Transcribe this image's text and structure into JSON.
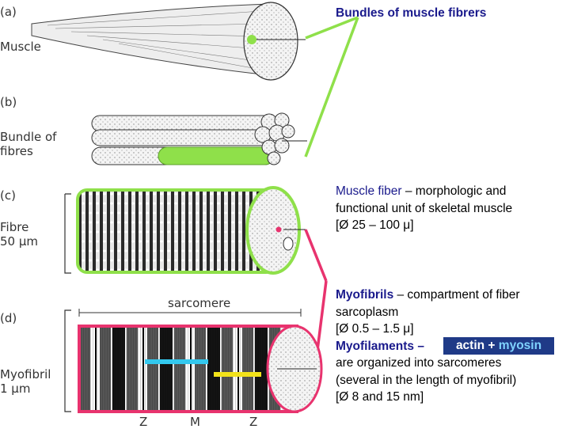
{
  "panel_labels": {
    "a": "(a)",
    "b": "(b)",
    "c": "(c)",
    "d": "(d)"
  },
  "side_labels": {
    "muscle": "Muscle",
    "bundle_line1": "Bundle of",
    "bundle_line2": "fibres",
    "fibre_line1": "Fibre",
    "fibre_line2": "50 μm",
    "myofibril_line1": "Myofibril",
    "myofibril_line2": "1 μm",
    "sarcomere": "sarcomere",
    "z1": "Z",
    "m": "M",
    "z2": "Z"
  },
  "notes": {
    "bundles": "Bundles of muscle fibrers",
    "fiber_term": "Muscle fiber",
    "fiber_def": " – morphologic and",
    "fiber_line2": "functional unit of skeletal muscle",
    "fiber_line3": "[Ø 25 – 100 μ]",
    "myofibrils_term": "Myofibrils",
    "myofibrils_def": " – compartment of fiber",
    "myofibrils_line2": "sarcoplasm",
    "myofibrils_line3": "[Ø 0.5 – 1.5 μ]",
    "myofilaments_term": "Myofilaments –",
    "myofilaments_line2": "are organized into sarcomeres",
    "myofilaments_line3": "(several in the length of myofibril)",
    "myofilaments_line4": "[Ø 8 and 15 nm]"
  },
  "badge": {
    "actin": "actin",
    "plus": " + ",
    "myosin": "myosin"
  },
  "colors": {
    "bundle_line": "#8fe04a",
    "myofibril_line": "#e8336e",
    "term_text": "#1a1a8c",
    "badge_bg": "#1f3a87",
    "cyan_marker": "#33c8ee",
    "yellow_marker": "#f2e21a"
  }
}
